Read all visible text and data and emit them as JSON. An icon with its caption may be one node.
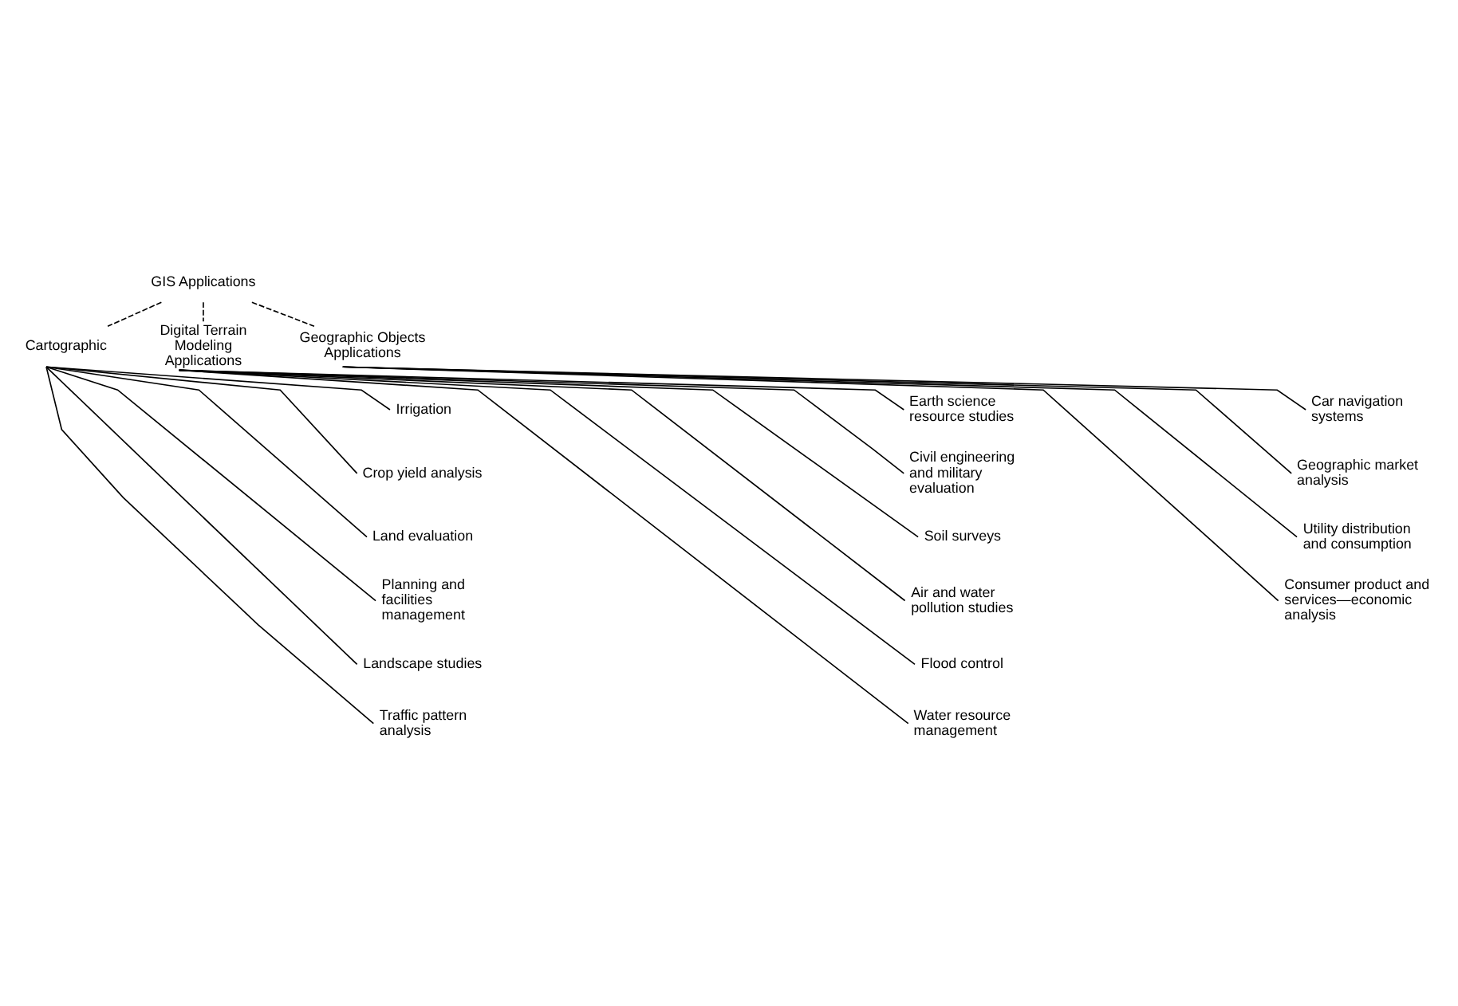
{
  "diagram": {
    "nodes": [
      {
        "text": [
          "GIS Applications"
        ]
      },
      {
        "text": [
          "Cartographic"
        ]
      },
      {
        "text": [
          "Digital Terrain Modeling Applications"
        ]
      },
      {
        "text": [
          "Geographic Objects Applications"
        ]
      },
      {
        "text": [
          "Irrigation"
        ]
      },
      {
        "text": [
          "Crop yield analysis"
        ]
      },
      {
        "text": [
          "Land evaluation"
        ]
      },
      {
        "text": [
          "Planning and facilities management"
        ]
      },
      {
        "text": [
          "Landscape studies"
        ]
      },
      {
        "text": [
          "Traffic pattern analysis"
        ]
      },
      {
        "text": [
          "Earth science resource studies"
        ]
      },
      {
        "text": [
          "Civil engineering and military evaluation"
        ]
      },
      {
        "text": [
          "Soil surveys"
        ]
      },
      {
        "text": [
          "Air and water pollution studies"
        ]
      },
      {
        "text": [
          "Flood control"
        ]
      },
      {
        "text": [
          "Water resource management"
        ]
      },
      {
        "text": [
          "Car navigation systems"
        ]
      },
      {
        "text": [
          "Geographic market analysis"
        ]
      },
      {
        "text": [
          "Utility distribution and consumption"
        ]
      },
      {
        "text": [
          "Consumer product and services—economic analysis"
        ]
      }
    ],
    "edges": [
      {
        "from": 0,
        "to": 1,
        "arrow": "none",
        "style": "dashed"
      },
      {
        "from": 0,
        "to": 2,
        "arrow": "none",
        "style": "dashed"
      },
      {
        "from": 0,
        "to": 3,
        "arrow": "none",
        "style": "dashed"
      },
      {
        "from": 1,
        "to": 4,
        "arrow": "none"
      },
      {
        "from": 1,
        "to": 5,
        "arrow": "none"
      },
      {
        "from": 1,
        "to": 6,
        "arrow": "none"
      },
      {
        "from": 1,
        "to": 7,
        "arrow": "none"
      },
      {
        "from": 1,
        "to": 8,
        "arrow": "none"
      },
      {
        "from": 1,
        "to": 9,
        "arrow": "none"
      },
      {
        "from": 2,
        "to": 10,
        "arrow": "none"
      },
      {
        "from": 2,
        "to": 11,
        "arrow": "none"
      },
      {
        "from": 2,
        "to": 12,
        "arrow": "none"
      },
      {
        "from": 2,
        "to": 13,
        "arrow": "none"
      },
      {
        "from": 2,
        "to": 14,
        "arrow": "none"
      },
      {
        "from": 2,
        "to": 15,
        "arrow": "none"
      },
      {
        "from": 3,
        "to": 16,
        "arrow": "none"
      },
      {
        "from": 3,
        "to": 17,
        "arrow": "none"
      },
      {
        "from": 3,
        "to": 18,
        "arrow": "none"
      },
      {
        "from": 3,
        "to": 19,
        "arrow": "none"
      }
    ]
  }
}
